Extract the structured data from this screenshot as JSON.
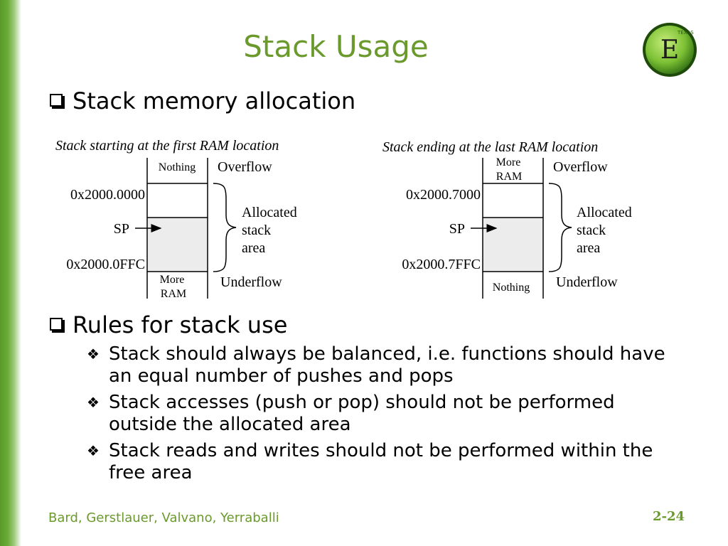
{
  "title": "Stack Usage",
  "bullets": {
    "stack_memory": "Stack memory allocation",
    "rules": "Rules for stack use"
  },
  "rules": [
    {
      "marker": "❖",
      "text": "Stack should always be balanced, i.e. functions should have an equal number of pushes and pops"
    },
    {
      "marker": "❖",
      "text": "Stack accesses (push or pop) should not be performed outside the allocated area"
    },
    {
      "marker": "❖",
      "text": "Stack reads and writes should not be performed within the free area"
    }
  ],
  "diagram_left": {
    "caption": "Stack starting at the first RAM location",
    "top_cell": "Nothing",
    "bottom_cell": [
      "More",
      "RAM"
    ],
    "addr_top": "0x2000.0000",
    "addr_bottom": "0x2000.0FFC",
    "sp": "SP",
    "overflow": "Overflow",
    "underflow": "Underflow",
    "allocated": [
      "Allocated",
      "stack",
      "area"
    ]
  },
  "diagram_right": {
    "caption": "Stack ending at the last RAM location",
    "top_cell": [
      "More",
      "RAM"
    ],
    "bottom_cell": "Nothing",
    "addr_top": "0x2000.7000",
    "addr_bottom": "0x2000.7FFC",
    "sp": "SP",
    "overflow": "Overflow",
    "underflow": "Underflow",
    "allocated": [
      "Allocated",
      "stack",
      "area"
    ]
  },
  "footer": {
    "authors": "Bard, Gerstlauer, Valvano, Yerraballi",
    "page": "2-24"
  },
  "logo": {
    "letter": "E",
    "small_text": "TEXAS"
  },
  "colors": {
    "accent_green": "#6a9a2c",
    "sidebar_green": "#5a9a2a",
    "allocated_fill": "#ececec"
  }
}
